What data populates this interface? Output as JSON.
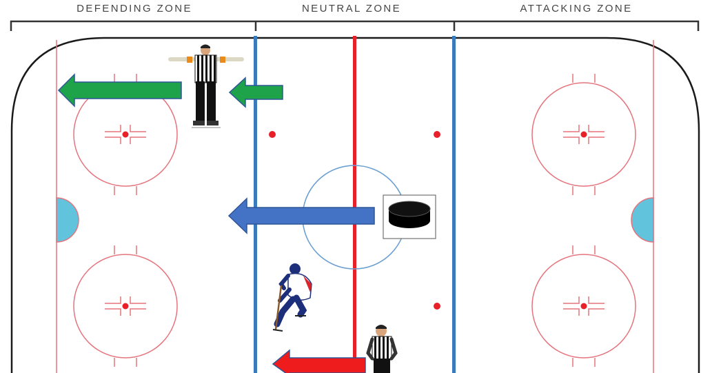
{
  "zones": {
    "defending": "DEFENDING ZONE",
    "neutral": "NEUTRAL ZONE",
    "attacking": "ATTACKING ZONE"
  },
  "colors": {
    "red_line": "#e8202a",
    "blue_line": "#3a7bbd",
    "thin_red": "#e5737c",
    "crease_fill": "#62c3dc",
    "green_arrow": "#1ea24a",
    "blue_arrow": "#4472c4",
    "red_arrow": "#ee1c1c",
    "puck": "#000000"
  },
  "figures": [
    "referee-arms-out",
    "player-skating",
    "referee-standing",
    "hockey-puck"
  ]
}
